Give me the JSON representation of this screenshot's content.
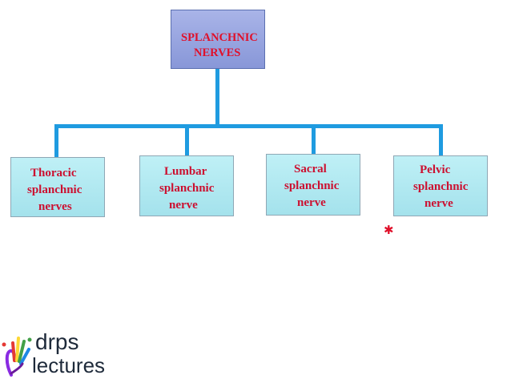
{
  "root": {
    "line1": "SPLANCHNIC",
    "line2": "NERVES"
  },
  "children": [
    {
      "lines": [
        "Thoracic",
        "splanchnic",
        "nerves"
      ]
    },
    {
      "lines": [
        "Lumbar",
        "splanchnic",
        "nerve"
      ]
    },
    {
      "lines": [
        "Sacral",
        "splanchnic",
        "nerve"
      ]
    },
    {
      "lines": [
        "Pelvic",
        "splanchnic",
        "nerve"
      ]
    }
  ],
  "marker": {
    "glyph": "✱"
  },
  "logo": {
    "line1": "drps",
    "line2": "lectures"
  },
  "colors": {
    "connector": "#1f9be0",
    "root_fill": "#8897d8",
    "child_fill": "#aee6ef",
    "label_red": "#e0102a"
  }
}
